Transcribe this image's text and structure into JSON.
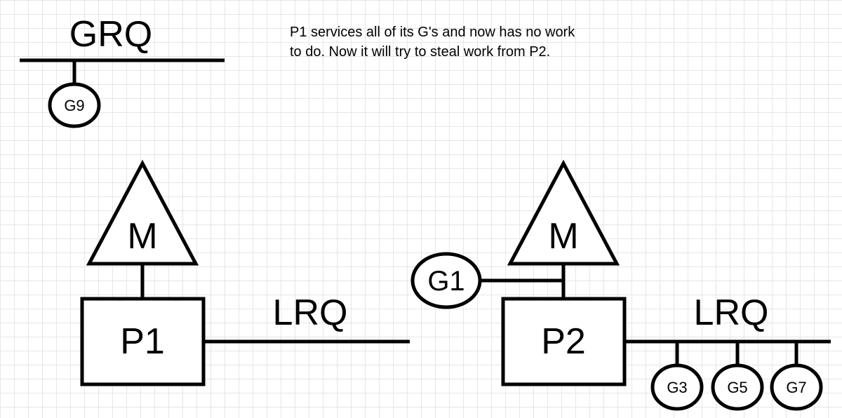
{
  "caption": {
    "line1": "P1 services all of its G's and now has no work",
    "line2": "to do. Now it will try to steal work from P2."
  },
  "grq": {
    "label": "GRQ",
    "goroutines": [
      "G9"
    ]
  },
  "p1": {
    "machine": "M",
    "processor": "P1",
    "lrq_label": "LRQ"
  },
  "p2": {
    "machine": "M",
    "processor": "P2",
    "running": "G1",
    "lrq_label": "LRQ",
    "queue": [
      "G3",
      "G5",
      "G7"
    ]
  }
}
